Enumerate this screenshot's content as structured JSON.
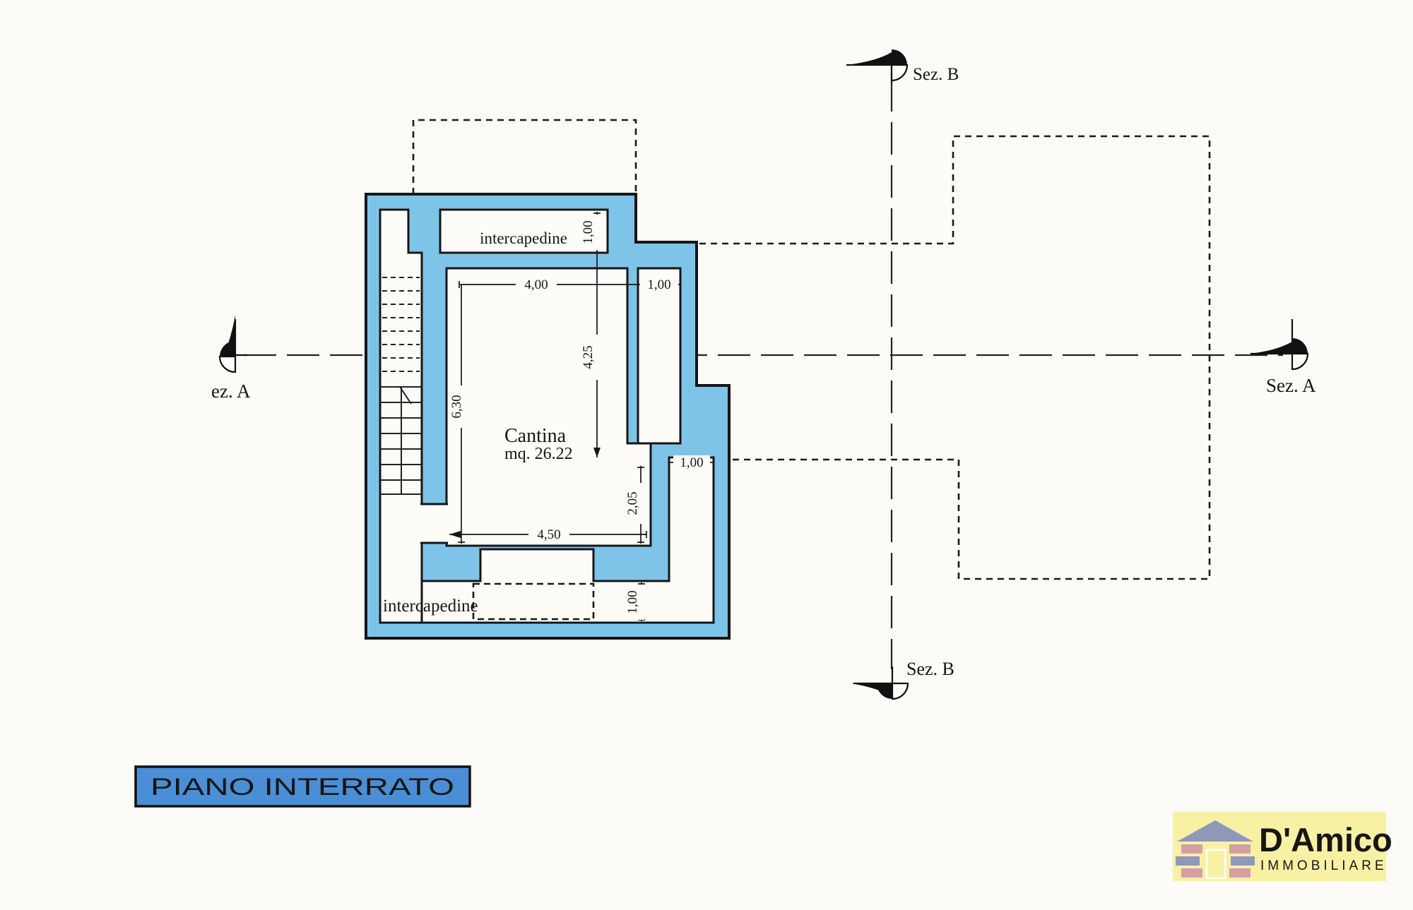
{
  "drawing": {
    "rooms": {
      "cantina_label": "Cantina",
      "cantina_area": "mq. 26.22",
      "intercapedine_top": "intercapedine",
      "intercapedine_bottom": "intercapedine"
    },
    "dimensions": {
      "room_width_top": "4,00",
      "corridor_width": "1,00",
      "intercapedine_top_height": "1,00",
      "room_upper_height": "4,25",
      "room_total_height": "6,30",
      "room_width_bottom": "4,50",
      "room_lower_height": "2,05",
      "cavity_right_width": "1,00",
      "cavity_bottom_height": "1,00"
    },
    "sections": {
      "top": "Sez. B",
      "bottom": "Sez. B",
      "left": "ez. A",
      "right": "Sez. A"
    }
  },
  "title": {
    "label": "PIANO INTERRATO"
  },
  "logo": {
    "name": "D'Amico",
    "subtitle": "IMMOBILIARE"
  },
  "colors": {
    "wall_blue": "#7ec4e8",
    "title_bar_blue": "#4a8fd6",
    "logo_yellow": "#f8f1a4",
    "logo_text_blue": "#97a1c1",
    "brick_pink": "#d59fa6",
    "brick_blue": "#8e99ba",
    "line_black": "#161616"
  }
}
